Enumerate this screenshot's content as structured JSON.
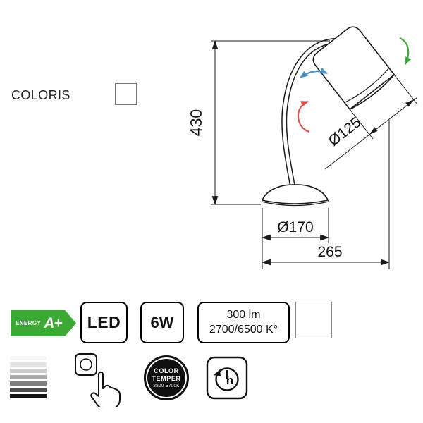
{
  "coloris": {
    "label": "COLORIS"
  },
  "diagram": {
    "dim_height": "430",
    "dim_head_diameter": "Ø125",
    "dim_base_diameter": "Ø170",
    "dim_total_depth": "265"
  },
  "badges": {
    "energy_label": "ENERGY",
    "energy_class": "A+",
    "led": "LED",
    "wattage": "6W",
    "lumen": "300 lm",
    "kelvin": "2700/6500 K°"
  },
  "icons": {
    "dim_levels": [
      "#f6f6f6",
      "#e4e4e4",
      "#cbcbcb",
      "#a9a9a9",
      "#808080",
      "#4d4d4d",
      "#131313"
    ],
    "color_temper_line1": "COLOR",
    "color_temper_line2": "TEMPER",
    "color_temper_line3": "2800-5700K",
    "timer": "h"
  },
  "colors": {
    "energy_green": "#3aaa35",
    "arrow_blue": "#4a90c8",
    "arrow_red": "#e0514c",
    "arrow_green": "#3aaa35",
    "line": "#1a1a1a"
  }
}
